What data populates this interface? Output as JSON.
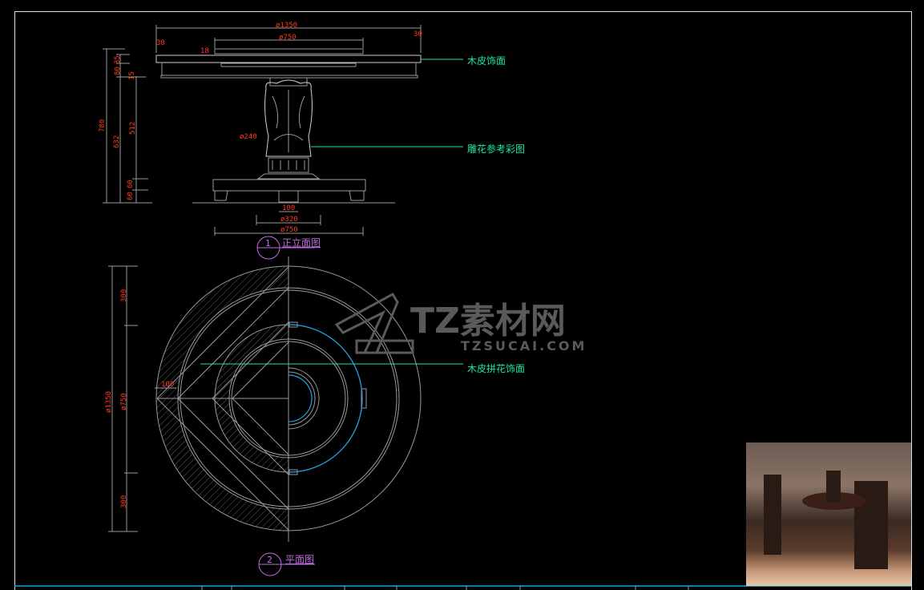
{
  "elevation": {
    "title_number": "1",
    "title": "正立面图",
    "dims": {
      "top_diameter": "ø1350",
      "inner_diameter": "ø750",
      "edge_left": "30",
      "edge_right": "30",
      "thickness_18": "18",
      "d35": "35",
      "d80": "80",
      "d15": "15",
      "total_height": "780",
      "h632": "632",
      "h512": "512",
      "base_60a": "60",
      "base_60b": "60",
      "column_diameter": "ø240",
      "foot_100": "100",
      "base_320": "ø320",
      "base_750": "ø750"
    },
    "callouts": [
      "木皮饰面",
      "雕花参考彩图"
    ]
  },
  "plan": {
    "title_number": "2",
    "title": "平面图",
    "dims": {
      "outer": "ø1350",
      "inner": "ø750",
      "top_300": "300",
      "bottom_300": "300",
      "edge_100": "100"
    },
    "callout": "木皮拼花饰面"
  },
  "watermark": {
    "brand": "TZ素材网",
    "url": "TZSUCAI.COM"
  },
  "colors": {
    "dimension": "#ff3b1f",
    "callout": "#19e6a6",
    "title": "#c26ae0",
    "accent": "#19a6e6"
  }
}
